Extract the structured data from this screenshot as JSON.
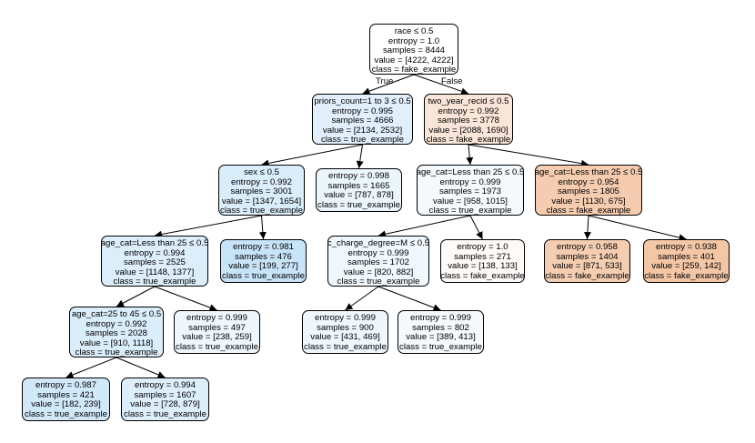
{
  "tree": {
    "edge_labels": {
      "true": "True",
      "false": "False"
    },
    "nodes": {
      "n0": {
        "lines": [
          "race ≤ 0.5",
          "entropy = 1.0",
          "samples = 8444",
          "value = [4222, 4222]",
          "class = fake_example"
        ],
        "fill": "#ffffff"
      },
      "n1": {
        "lines": [
          "priors_count=1 to 3 ≤ 0.5",
          "entropy = 0.995",
          "samples = 4666",
          "value = [2134, 2532]",
          "class = true_example"
        ],
        "fill": "#e0effb"
      },
      "n2": {
        "lines": [
          "sex ≤ 0.5",
          "entropy = 0.992",
          "samples = 3001",
          "value = [1347, 1654]",
          "class = true_example"
        ],
        "fill": "#daedfa"
      },
      "n3": {
        "lines": [
          "age_cat=Less than 25 ≤ 0.5",
          "entropy = 0.994",
          "samples = 2525",
          "value = [1148, 1377]",
          "class = true_example"
        ],
        "fill": "#ddeefb"
      },
      "n4": {
        "lines": [
          "age_cat=25 to 45 ≤ 0.5",
          "entropy = 0.992",
          "samples = 2028",
          "value = [910, 1118]",
          "class = true_example"
        ],
        "fill": "#daedfa"
      },
      "n5": {
        "lines": [
          "entropy = 0.987",
          "samples = 421",
          "value = [182, 239]",
          "class = true_example"
        ],
        "fill": "#d1e8f9"
      },
      "n6": {
        "lines": [
          "entropy = 0.994",
          "samples = 1607",
          "value = [728, 879]",
          "class = true_example"
        ],
        "fill": "#ddeefb"
      },
      "n7": {
        "lines": [
          "entropy = 0.999",
          "samples = 497",
          "value = [238, 259]",
          "class = true_example"
        ],
        "fill": "#eff7fd"
      },
      "n8": {
        "lines": [
          "entropy = 0.981",
          "samples = 476",
          "value = [199, 277]",
          "class = true_example"
        ],
        "fill": "#c7e3f8"
      },
      "n9": {
        "lines": [
          "entropy = 0.998",
          "samples = 1665",
          "value = [787, 878]",
          "class = true_example"
        ],
        "fill": "#ebf5fc"
      },
      "n10": {
        "lines": [
          "two_year_recid ≤ 0.5",
          "entropy = 0.992",
          "samples = 3778",
          "value = [2088, 1690]",
          "class = fake_example"
        ],
        "fill": "#fae6d8"
      },
      "n11": {
        "lines": [
          "age_cat=Less than 25 ≤ 0.5",
          "entropy = 0.999",
          "samples = 1973",
          "value = [958, 1015]",
          "class = true_example"
        ],
        "fill": "#f3f9fd"
      },
      "n12": {
        "lines": [
          "c_charge_degree=M ≤ 0.5",
          "entropy = 0.999",
          "samples = 1702",
          "value = [820, 882]",
          "class = true_example"
        ],
        "fill": "#f1f8fd"
      },
      "n13": {
        "lines": [
          "entropy = 0.999",
          "samples = 900",
          "value = [431, 469]",
          "class = true_example"
        ],
        "fill": "#eff7fd"
      },
      "n14": {
        "lines": [
          "entropy = 0.999",
          "samples = 802",
          "value = [389, 413]",
          "class = true_example"
        ],
        "fill": "#f3f9fd"
      },
      "n15": {
        "lines": [
          "entropy = 1.0",
          "samples = 271",
          "value = [138, 133]",
          "class = fake_example"
        ],
        "fill": "#fefaf8"
      },
      "n16": {
        "lines": [
          "age_cat=Less than 25 ≤ 0.5",
          "entropy = 0.954",
          "samples = 1805",
          "value = [1130, 675]",
          "class = fake_example"
        ],
        "fill": "#f5ccaf"
      },
      "n17": {
        "lines": [
          "entropy = 0.958",
          "samples = 1404",
          "value = [871, 533]",
          "class = fake_example"
        ],
        "fill": "#f5ceb2"
      },
      "n18": {
        "lines": [
          "entropy = 0.938",
          "samples = 401",
          "value = [259, 142]",
          "class = fake_example"
        ],
        "fill": "#f3c6a6"
      }
    }
  }
}
